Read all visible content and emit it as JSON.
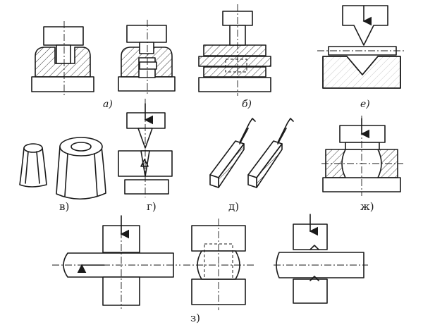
{
  "labels": {
    "a": "а)",
    "b": "б)",
    "v": "в)",
    "g": "г)",
    "d": "д)",
    "e": "е)",
    "zh": "ж)",
    "z": "з)"
  }
}
